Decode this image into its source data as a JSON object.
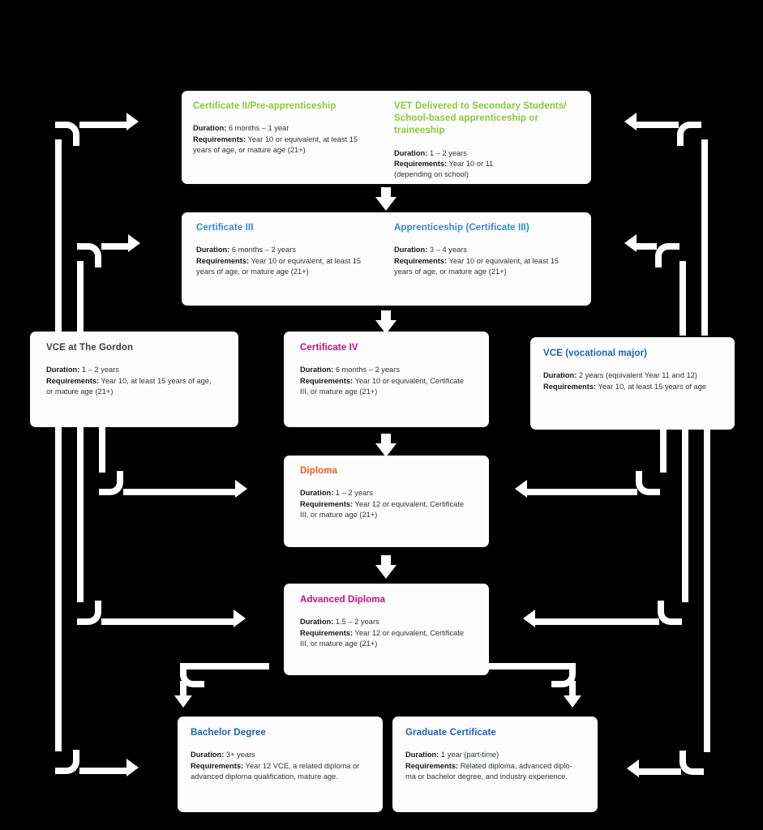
{
  "diagram": {
    "title": "Qualification pathways flowchart",
    "colors": {
      "green": "#8cc63e",
      "blue": "#2f87e0",
      "navy": "#1f63ad",
      "magenta": "#cf0a86",
      "orange": "#f05a22",
      "dark": "#3d4044",
      "background": "#000000",
      "card": "#fdfdfd",
      "arrow": "#ffffff"
    },
    "labels": {
      "duration": "Duration:",
      "requirements": "Requirements:"
    }
  },
  "nodes": {
    "certificate_ii": {
      "title": "Certificate II/Pre-apprenticeship",
      "duration": " 6 months – 1 year",
      "requirements_line1": " Year 10 or equivalent, at least 15",
      "requirements_line2": "years of age, or mature age (21+)"
    },
    "vet_secondary": {
      "title_line1": "VET Delivered to Secondary Students/",
      "title_line2": "School-based apprenticeship",
      "title_line3": "or traineeship",
      "duration": " 1 – 2 years",
      "requirements_line1": " Year 10 or 11",
      "requirements_line2": "(depending on school)"
    },
    "certificate_iii": {
      "title": "Certificate III",
      "duration": " 6 months – 2 years",
      "requirements_line1": " Year 10 or equivalent, at least 15",
      "requirements_line2": "years of age, or mature age (21+)"
    },
    "apprenticeship_iii": {
      "title": "Apprenticeship (Certificate III)",
      "duration": " 3 – 4 years",
      "requirements_line1": " Year 10 or equivalent, at least 15",
      "requirements_line2": "years of age, or mature age (21+)"
    },
    "vce_gordon": {
      "title": "VCE at The Gordon",
      "duration": " 1 – 2 years",
      "requirements_line1": " Year 10, at least 15 years of age,",
      "requirements_line2": "or mature age (21+)"
    },
    "certificate_iv": {
      "title": "Certificate IV",
      "duration": " 6 months – 2 years",
      "requirements_line1": " Year 10 or equivalent, Certificate",
      "requirements_line2": "III, or mature age (21+)"
    },
    "vce_vocational_major": {
      "title": "VCE (vocational major)",
      "duration": " 2 years (equivalent Year 11 and 12)",
      "requirements_line1": " Year 10, at least 15 years of age",
      "requirements_line2": ""
    },
    "diploma": {
      "title": "Diploma",
      "duration": " 1 – 2 years",
      "requirements_line1": " Year 12 or equivalent, Certificate",
      "requirements_line2": "III, or mature age (21+)"
    },
    "advanced_diploma": {
      "title": "Advanced Diploma",
      "duration": " 1.5 – 2 years",
      "requirements_line1": " Year 12 or equivalent, Certificate",
      "requirements_line2": "III, or mature age (21+)"
    },
    "bachelor_degree": {
      "title": "Bachelor Degree",
      "duration": " 3+ years",
      "requirements_line1": " Year 12 VCE, a related diploma or",
      "requirements_line2": "advanced diploma qualification, mature age."
    },
    "graduate_certificate": {
      "title": "Graduate Certificate",
      "duration": " 1 year (part-time)",
      "requirements_line1": " Related diploma, advanced diplo-",
      "requirements_line2": "ma or bachelor degree, and industry experience."
    }
  }
}
